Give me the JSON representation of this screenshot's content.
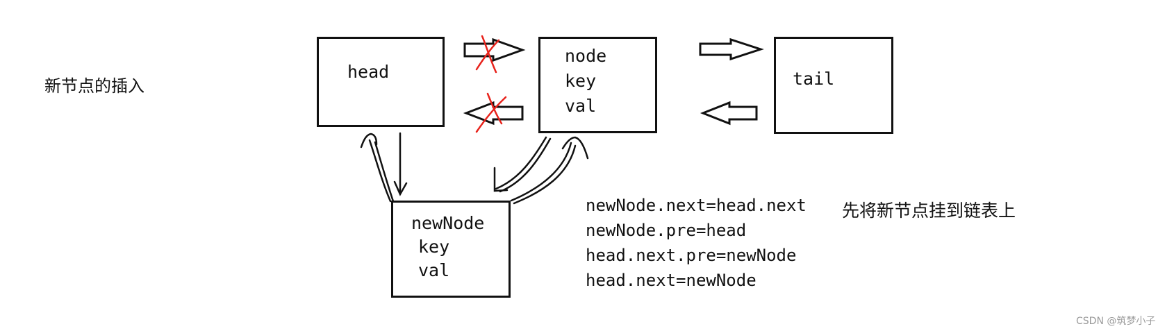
{
  "title": "新节点的插入",
  "nodes": {
    "head": {
      "label": "head"
    },
    "node": {
      "name": "node",
      "key": "key",
      "val": "val"
    },
    "tail": {
      "label": "tail"
    },
    "newNode": {
      "name": "newNode",
      "key": "key",
      "val": "val"
    }
  },
  "step_note": "先将新节点挂到链表上",
  "code_lines": [
    "newNode.next=head.next",
    "newNode.pre=head",
    "head.next.pre=newNode",
    "head.next=newNode"
  ],
  "watermark": "CSDN @筑梦小子",
  "colors": {
    "stroke": "#111111",
    "cross": "#e8221b"
  }
}
